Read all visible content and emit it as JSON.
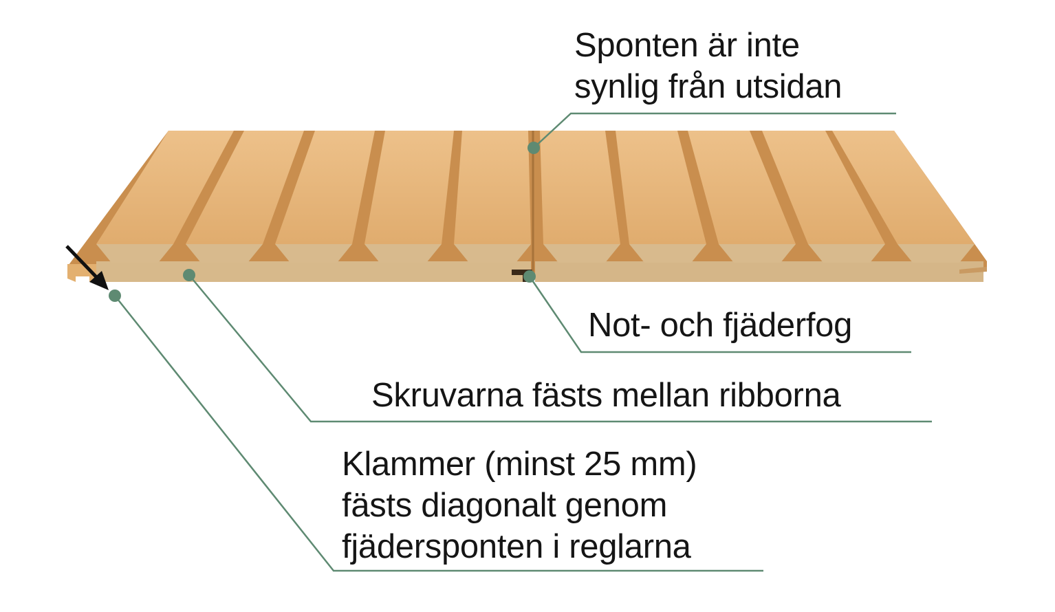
{
  "callouts": {
    "tongue_hidden": {
      "line1": "Sponten är inte",
      "line2": "synlig från utsidan"
    },
    "joint": {
      "line1": "Not- och fjäderfog"
    },
    "screws": {
      "line1": "Skruvarna fästs mellan ribborna"
    },
    "clips": {
      "line1": "Klammer (minst 25 mm)",
      "line2": "fästs diagonalt genom",
      "line3": "fjädersponten i reglarna"
    }
  },
  "colors": {
    "leader": "#5e8a72",
    "wood_top": "#e6b57a",
    "wood_groove": "#c78c4c",
    "mdf": "#d6b88b",
    "text": "#151515"
  }
}
